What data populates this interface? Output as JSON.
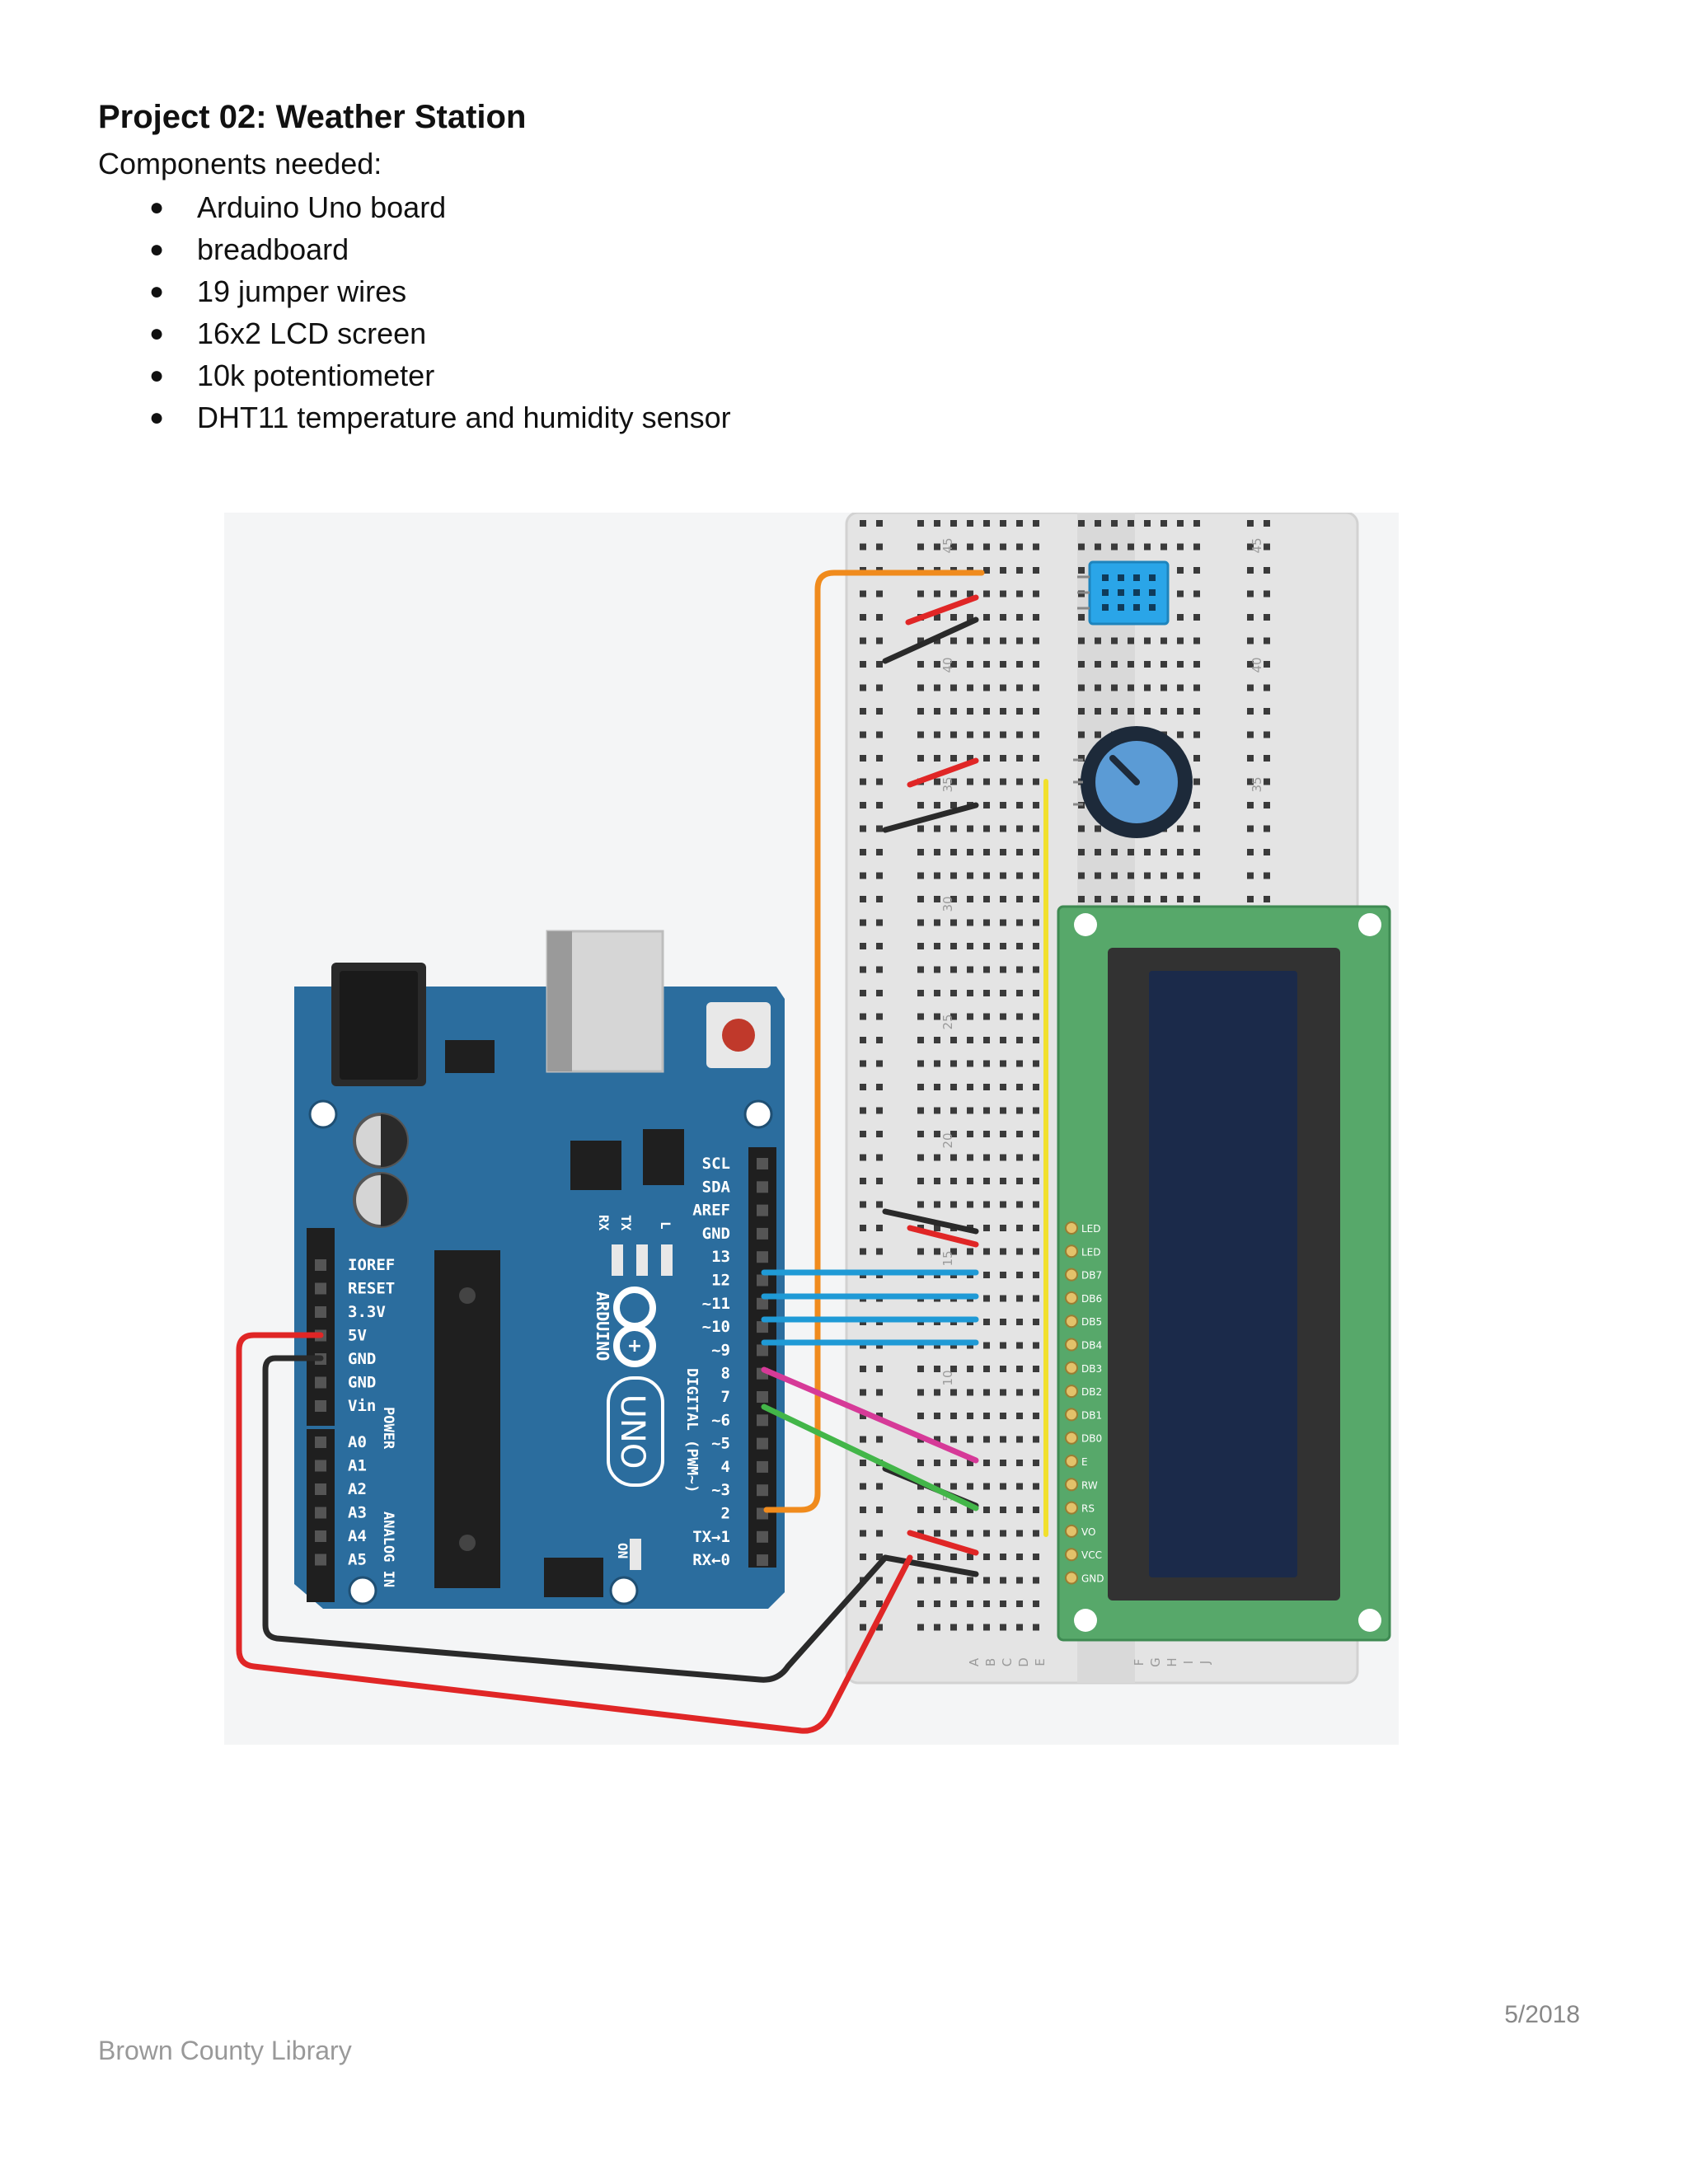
{
  "heading": {
    "title": "Project 02: Weather Station",
    "subtitle": "Components needed:"
  },
  "components": [
    "Arduino Uno board",
    "breadboard",
    "19 jumper wires",
    "16x2 LCD screen",
    "10k potentiometer",
    "DHT11 temperature and humidity sensor"
  ],
  "arduino": {
    "brand": "ARDUINO",
    "model": "UNO",
    "left_header_labels": [
      "IOREF",
      "RESET",
      "3.3V",
      "5V",
      "GND",
      "GND",
      "Vin"
    ],
    "analog_labels": [
      "A0",
      "A1",
      "A2",
      "A3",
      "A4",
      "A5"
    ],
    "power_label": "POWER",
    "analog_label": "ANALOG IN",
    "right_header_labels": [
      "SCL",
      "SDA",
      "AREF",
      "GND",
      "13",
      "12",
      "~11",
      "~10",
      "~9",
      "8",
      "7",
      "~6",
      "~5",
      "4",
      "~3",
      "2",
      "TX→1",
      "RX←0"
    ],
    "digital_label": "DIGITAL (PWM~)",
    "tx_label": "TX",
    "rx_label": "RX",
    "l_label": "L",
    "on_label": "ON"
  },
  "breadboard": {
    "row_numbers": [
      "45",
      "40",
      "35",
      "30",
      "25",
      "20",
      "15",
      "10",
      "5"
    ],
    "column_letters": [
      "A",
      "B",
      "C",
      "D",
      "E",
      "F",
      "G",
      "H",
      "I",
      "J"
    ]
  },
  "lcd": {
    "pin_labels": [
      "LED",
      "LED",
      "DB7",
      "DB6",
      "DB5",
      "DB4",
      "DB3",
      "DB2",
      "DB1",
      "DB0",
      "E",
      "RW",
      "RS",
      "VO",
      "VCC",
      "GND"
    ]
  },
  "colors": {
    "board_blue": "#2b6d9e",
    "lcd_green": "#57a86a",
    "lcd_screen": "#1b2a4a",
    "sensor_blue": "#2aa5e8",
    "wire_orange": "#f08b1d",
    "wire_red": "#e02626",
    "wire_black": "#2a2a2a",
    "wire_blue": "#1f9ad6",
    "wire_magenta": "#d63a98",
    "wire_green": "#43b649",
    "wire_yellow": "#f1e02d"
  },
  "footer": {
    "date": "5/2018",
    "library": "Brown County Library"
  }
}
